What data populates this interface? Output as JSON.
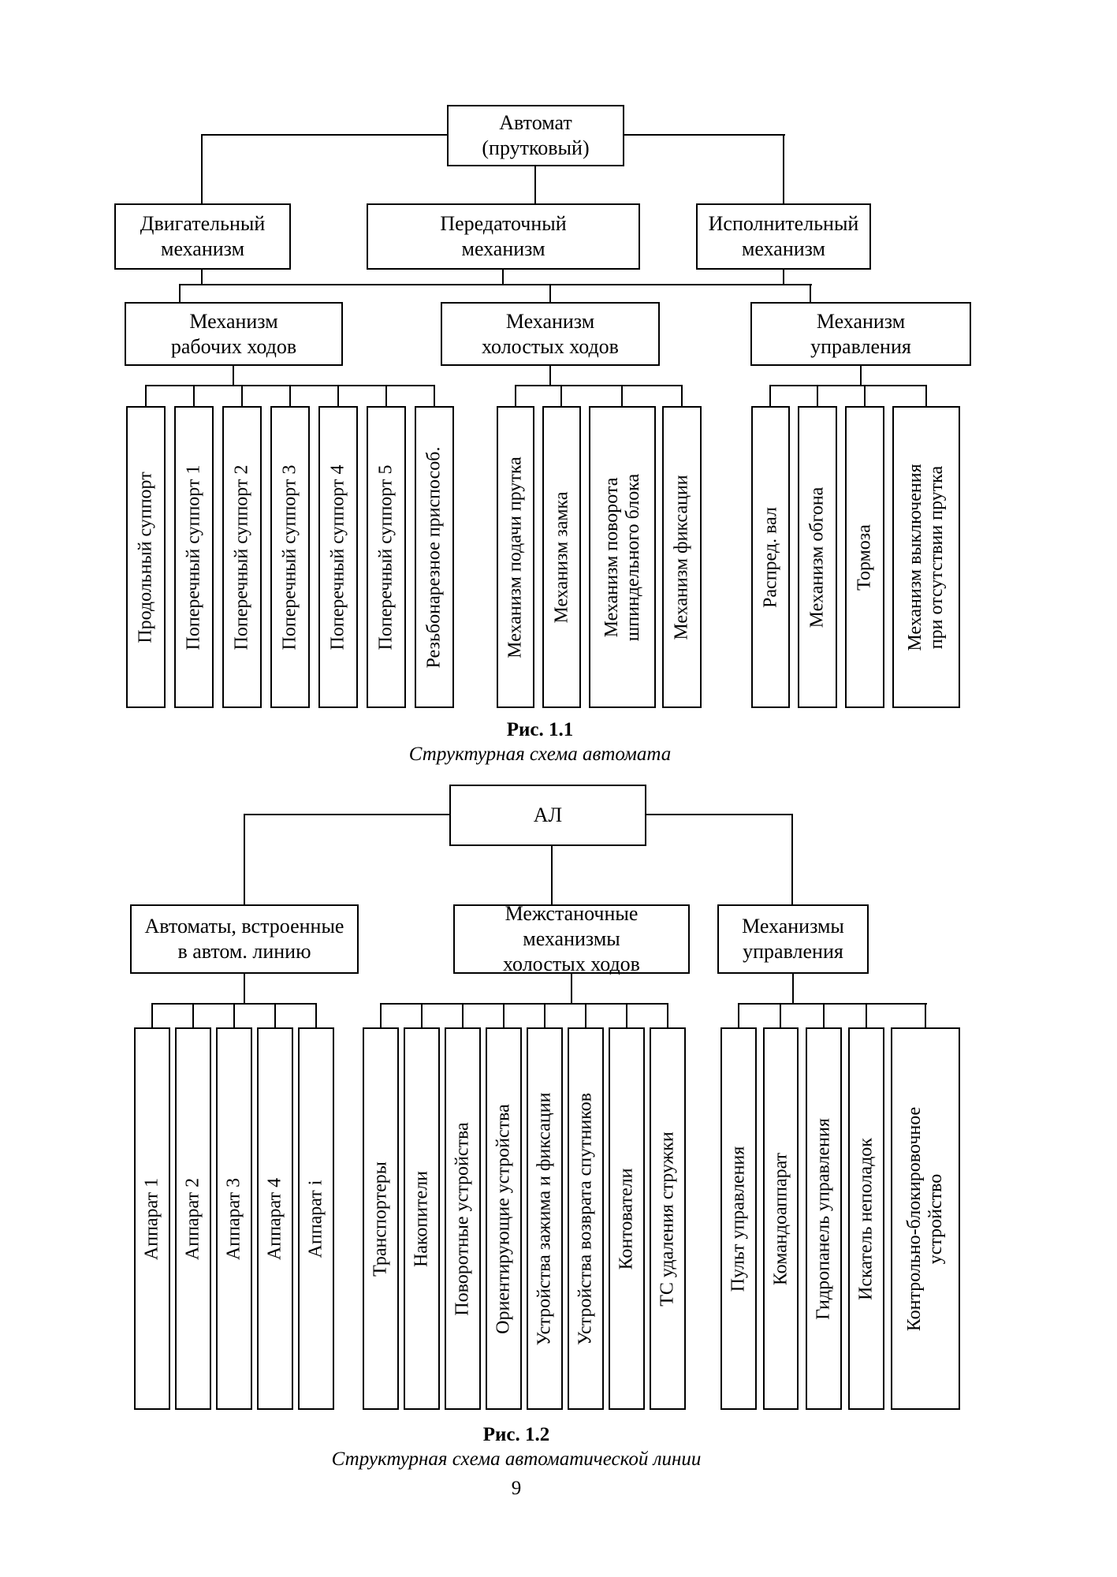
{
  "colors": {
    "line": "#000000",
    "background": "#ffffff"
  },
  "page": {
    "number": "9"
  },
  "fig1": {
    "root": "Автомат\n(прутковый)",
    "level1": [
      "Двигательный\nмеханизм",
      "Передаточный\nмеханизм",
      "Исполнительный\nмеханизм"
    ],
    "level2": [
      "Механизм\nрабочих ходов",
      "Механизм\nхолостых ходов",
      "Механизм\nуправления"
    ],
    "group1": [
      "Продольный суппорт",
      "Поперечный суппорт 1",
      "Поперечный суппорт 2",
      "Поперечный суппорт 3",
      "Поперечный суппорт 4",
      "Поперечный суппорт 5",
      "Резьбонарезное приспособ."
    ],
    "group2": [
      "Механизм подачи прутка",
      "Механизм замка",
      "Механизм поворота\nшпиндельного блока",
      "Механизм фиксации"
    ],
    "group3": [
      "Распред. вал",
      "Механизм обгона",
      "Тормоза",
      "Механизм выключения\nпри отсутствии прутка"
    ],
    "caption_number": "Рис. 1.1",
    "caption_title": "Структурная схема автомата"
  },
  "fig2": {
    "root": "АЛ",
    "level1": [
      "Автоматы, встроенные\nв автом. линию",
      "Межстаночные механизмы\nхолостых ходов",
      "Механизмы\nуправления"
    ],
    "group1": [
      "Аппарат 1",
      "Аппарат 2",
      "Аппарат 3",
      "Аппарат 4",
      "Аппарат i"
    ],
    "group2": [
      "Транспортеры",
      "Накопители",
      "Поворотные устройства",
      "Ориентирующие устройства",
      "Устройства зажима и фиксации",
      "Устройства возврата спутников",
      "Контователи",
      "ТС удаления стружки"
    ],
    "group3": [
      "Пульт управления",
      "Командоаппарат",
      "Гидропанель управления",
      "Искатель неполадок",
      "Контрольно-блокировочное\nустройство"
    ],
    "caption_number": "Рис. 1.2",
    "caption_title": "Структурная схема автоматической линии"
  }
}
